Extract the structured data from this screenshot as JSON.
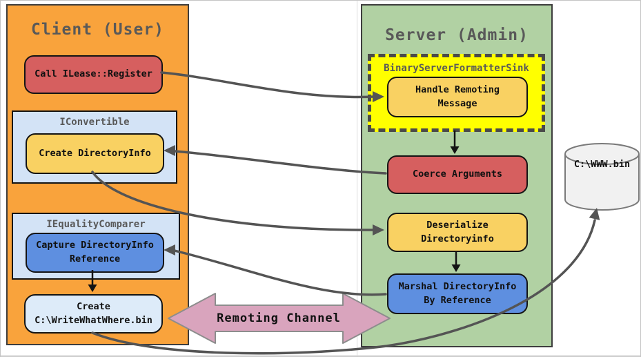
{
  "colors": {
    "client_panel_bg": "#F9A33C",
    "server_panel_bg": "#B1D1A3",
    "red_box": "#D65F5F",
    "yellow_box": "#F9D162",
    "blue_box": "#5E8FE0",
    "lightblue_container": "#D3E3F6",
    "lightblue_box": "#DDEBF9",
    "bright_yellow": "#FFFF00",
    "pink_arrow": "#D9A4BD",
    "connector": "#545454",
    "title_text": "#595959",
    "cylinder_bg": "#F1F1F1"
  },
  "client": {
    "title": "Client (User)",
    "call_ilease_label": "Call ILease::Register",
    "iconvertible_title": "IConvertible",
    "create_directoryinfo_label": "Create DirectoryInfo",
    "iequalitycomparer_title": "IEqualityComparer",
    "capture_line1": "Capture DirectoryInfo",
    "capture_line2": "Reference",
    "create_bin_line1": "Create",
    "create_bin_line2": "C:\\WriteWhatWhere.bin"
  },
  "server": {
    "title": "Server (Admin)",
    "sink_title": "BinaryServerFormatterSink",
    "handle_line1": "Handle Remoting",
    "handle_line2": "Message",
    "coerce_label": "Coerce Arguments",
    "deserialize_line1": "Deserialize",
    "deserialize_line2": "Directoryinfo",
    "marshal_line1": "Marshal DirectoryInfo",
    "marshal_line2": "By Reference"
  },
  "channel_label": "Remoting Channel",
  "datastore_label": "C:\\WWW.bin",
  "connections": [
    {
      "from": "Call ILease::Register",
      "to": "Handle Remoting Message"
    },
    {
      "from": "BinaryServerFormatterSink",
      "to": "Coerce Arguments"
    },
    {
      "from": "Coerce Arguments",
      "to": "Create DirectoryInfo"
    },
    {
      "from": "Create DirectoryInfo",
      "to": "Deserialize Directoryinfo"
    },
    {
      "from": "Deserialize Directoryinfo",
      "to": "Marshal DirectoryInfo By Reference"
    },
    {
      "from": "Marshal DirectoryInfo By Reference",
      "to": "Capture DirectoryInfo Reference"
    },
    {
      "from": "Capture DirectoryInfo Reference",
      "to": "Create C:\\WriteWhatWhere.bin"
    },
    {
      "from": "Create C:\\WriteWhatWhere.bin",
      "to": "C:\\WWW.bin"
    }
  ]
}
